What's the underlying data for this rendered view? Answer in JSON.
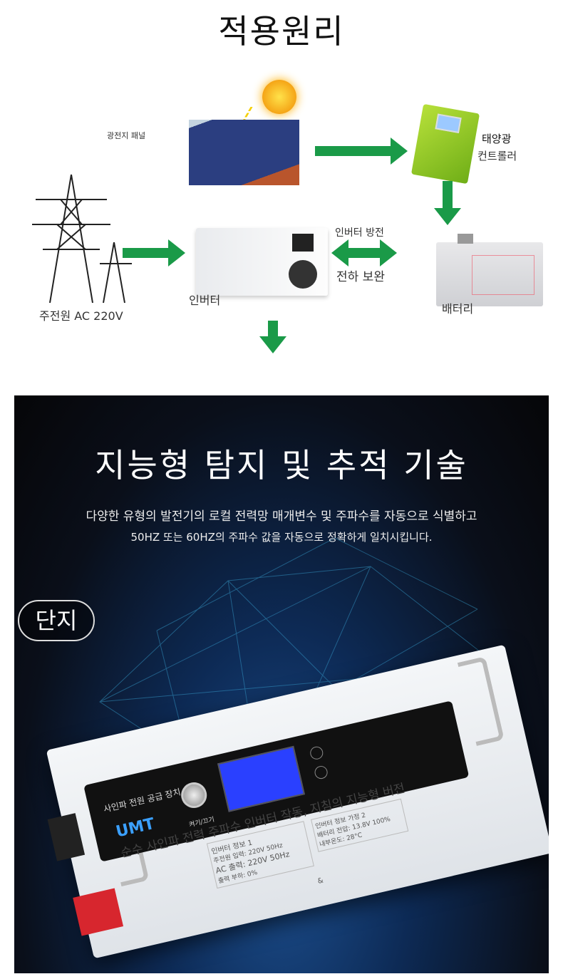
{
  "diagram": {
    "title": "적용원리",
    "solar_panel_label": "광전지 패널",
    "controller_label_1": "태양광",
    "controller_label_2": "컨트롤러",
    "battery_label": "배터리",
    "grid_label": "주전원 AC 220V",
    "inverter_label": "인버터",
    "discharge_label": "인버터 방전",
    "charge_label": "전하 보완"
  },
  "feature": {
    "title": "지능형 탐지 및 추적 기술",
    "line1": "다양한 유형의 발전기의 로컬 전력망 매개변수 및 주파수를 자동으로 식별하고",
    "line2": "50HZ 또는 60HZ의 주파수 값을 자동으로 정확하게 일치시킵니다.",
    "badge": "단지"
  },
  "device": {
    "panel_title": "사인파 전원 공급 장치",
    "brand": "UMT",
    "power_label": "켜기/끄기",
    "headline": "순수 사인파 전력 주파수 인버터 작동, 지침의 지능형 버전",
    "info1_title": "인버터 정보 1",
    "info1_l1": "주전원 입력: 220V 50Hz",
    "info1_l2": "AC 출력: 220V 50Hz",
    "info1_l3": "출력 부하: 0%",
    "info2_title": "인버터 정보 가정 2",
    "info2_l1": "배터리 전압: 13.8V 100%",
    "info2_l2": "내부온도: 28°C",
    "bottom_mark": "&"
  }
}
